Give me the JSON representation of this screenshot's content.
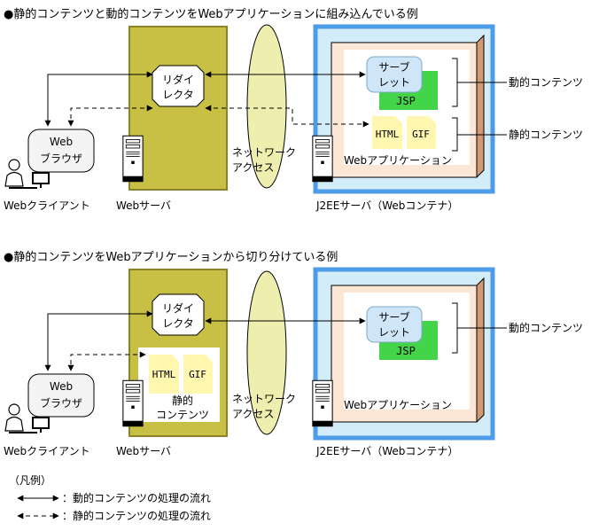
{
  "section1": {
    "title": "●静的コンテンツと動的コンテンツをWebアプリケーションに組み込んでいる例",
    "redirector": [
      "リダイ",
      "レクタ"
    ],
    "browser": [
      "Web",
      "ブラウザ"
    ],
    "client_label": "Webクライアント",
    "webserver_label": "Webサーバ",
    "network": [
      "ネットワーク",
      "アクセス"
    ],
    "servlet": [
      "サーブ",
      "レット"
    ],
    "jsp": "JSP",
    "html": "HTML",
    "gif": "GIF",
    "webapp_label": "Webアプリケーション",
    "j2ee_label": "J2EEサーバ（Webコンテナ）",
    "dynamic_content": "動的コンテンツ",
    "static_content": "静的コンテンツ"
  },
  "section2": {
    "title": "●静的コンテンツをWebアプリケーションから切り分けている例",
    "redirector": [
      "リダイ",
      "レクタ"
    ],
    "browser": [
      "Web",
      "ブラウザ"
    ],
    "client_label": "Webクライアント",
    "webserver_label": "Webサーバ",
    "network": [
      "ネットワーク",
      "アクセス"
    ],
    "servlet": [
      "サーブ",
      "レット"
    ],
    "jsp": "JSP",
    "html": "HTML",
    "gif": "GIF",
    "static_box": [
      "静的",
      "コンテンツ"
    ],
    "webapp_label": "Webアプリケーション",
    "j2ee_label": "J2EEサーバ（Webコンテナ）",
    "dynamic_content": "動的コンテンツ"
  },
  "legend": {
    "title": "（凡例）",
    "dynamic_flow": "：動的コンテンツの処理の流れ",
    "static_flow": "：静的コンテンツの処理の流れ"
  },
  "colors": {
    "webserver": "#c7c045",
    "network": "#eeeeae",
    "j2ee_frame": "#4c9ce8",
    "j2ee_inner": "#d2ecfa",
    "webapp_bg": "#fce6d6",
    "webapp_side": "#d29a72",
    "servlet": "#cfe6f8",
    "jsp": "#44d44a",
    "static_file": "#fff7b0",
    "browser": "#f4f4f4"
  }
}
